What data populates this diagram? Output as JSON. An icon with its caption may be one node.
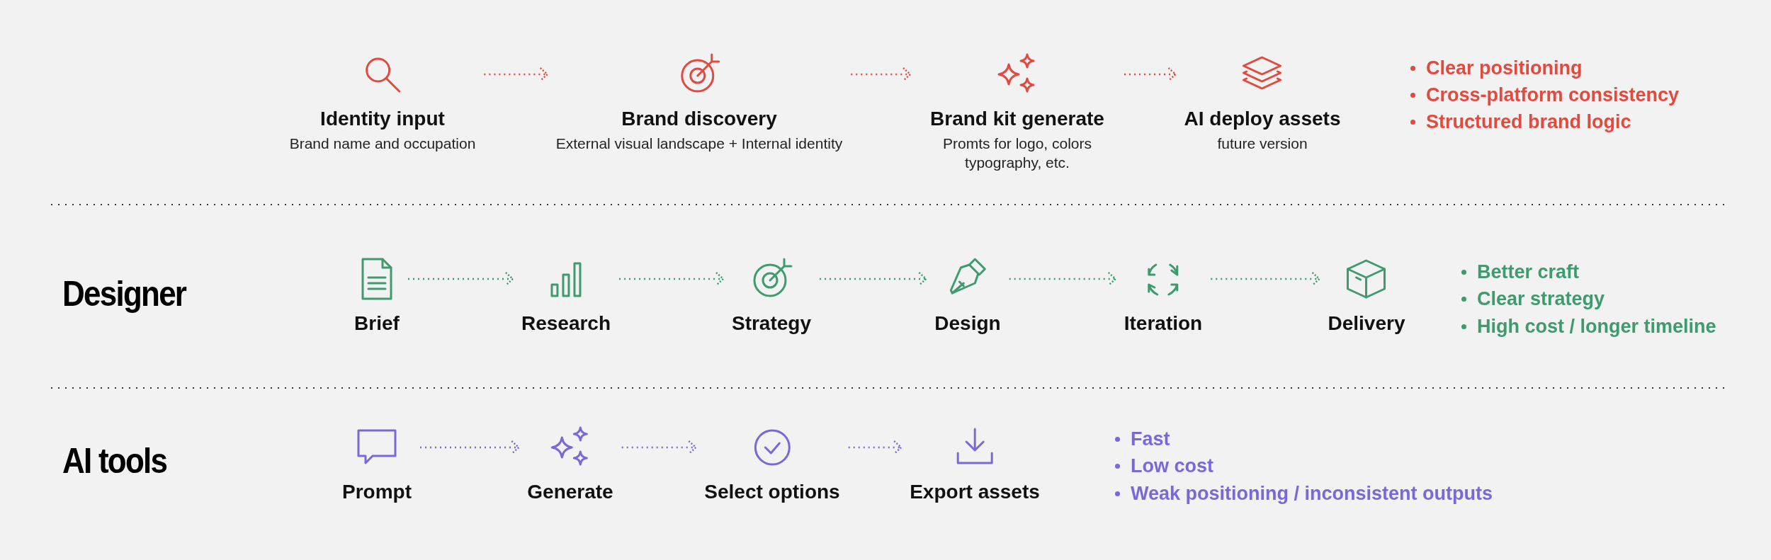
{
  "diagram": {
    "nodes": [
      {
        "text": [
          "Identity input",
          "Brand name and occupation"
        ]
      },
      {
        "text": [
          "Brand discovery",
          "External visual landscape + Internal identity"
        ]
      },
      {
        "text": [
          "Brand kit generate",
          "Promts for logo, colors typography, etc."
        ]
      },
      {
        "text": [
          "AI deploy assets",
          "future version"
        ]
      },
      {
        "text": [
          "Brief"
        ]
      },
      {
        "text": [
          "Research"
        ]
      },
      {
        "text": [
          "Strategy"
        ]
      },
      {
        "text": [
          "Design"
        ]
      },
      {
        "text": [
          "Iteration"
        ]
      },
      {
        "text": [
          "Delivery"
        ]
      },
      {
        "text": [
          "Prompt"
        ]
      },
      {
        "text": [
          "Generate"
        ]
      },
      {
        "text": [
          "Select options"
        ]
      },
      {
        "text": [
          "Export assets"
        ]
      }
    ],
    "edges": [
      {
        "from": 0,
        "to": 1,
        "arrow": "to",
        "style": "dashed",
        "color": "#e04a3f"
      },
      {
        "from": 1,
        "to": 2,
        "arrow": "to",
        "style": "dashed",
        "color": "#e04a3f"
      },
      {
        "from": 2,
        "to": 3,
        "arrow": "to",
        "style": "dashed",
        "color": "#e04a3f"
      },
      {
        "from": 4,
        "to": 5,
        "arrow": "to",
        "style": "dashed"
      },
      {
        "from": 5,
        "to": 6,
        "arrow": "to",
        "style": "dashed"
      },
      {
        "from": 6,
        "to": 7,
        "arrow": "to",
        "style": "dashed"
      },
      {
        "from": 7,
        "to": 8,
        "arrow": "to",
        "style": "dashed"
      },
      {
        "from": 8,
        "to": 9,
        "arrow": "to",
        "style": "dashed"
      },
      {
        "from": 10,
        "to": 11,
        "arrow": "to",
        "style": "dashed",
        "color": "#7b68d8"
      },
      {
        "from": 11,
        "to": 12,
        "arrow": "to",
        "style": "dashed",
        "color": "#7b68d8"
      },
      {
        "from": 12,
        "to": 13,
        "arrow": "to",
        "style": "dashed",
        "color": "#7b68d8"
      }
    ],
    "labels": [
      "Clear positioning",
      "Cross-platform consistency",
      "Structured brand logic",
      "Designer",
      "Better craft",
      "Clear strategy",
      "High cost / longer timeline",
      "AI tools",
      "Fast",
      "Low cost",
      "Weak positioning / inconsistent outputs"
    ]
  }
}
